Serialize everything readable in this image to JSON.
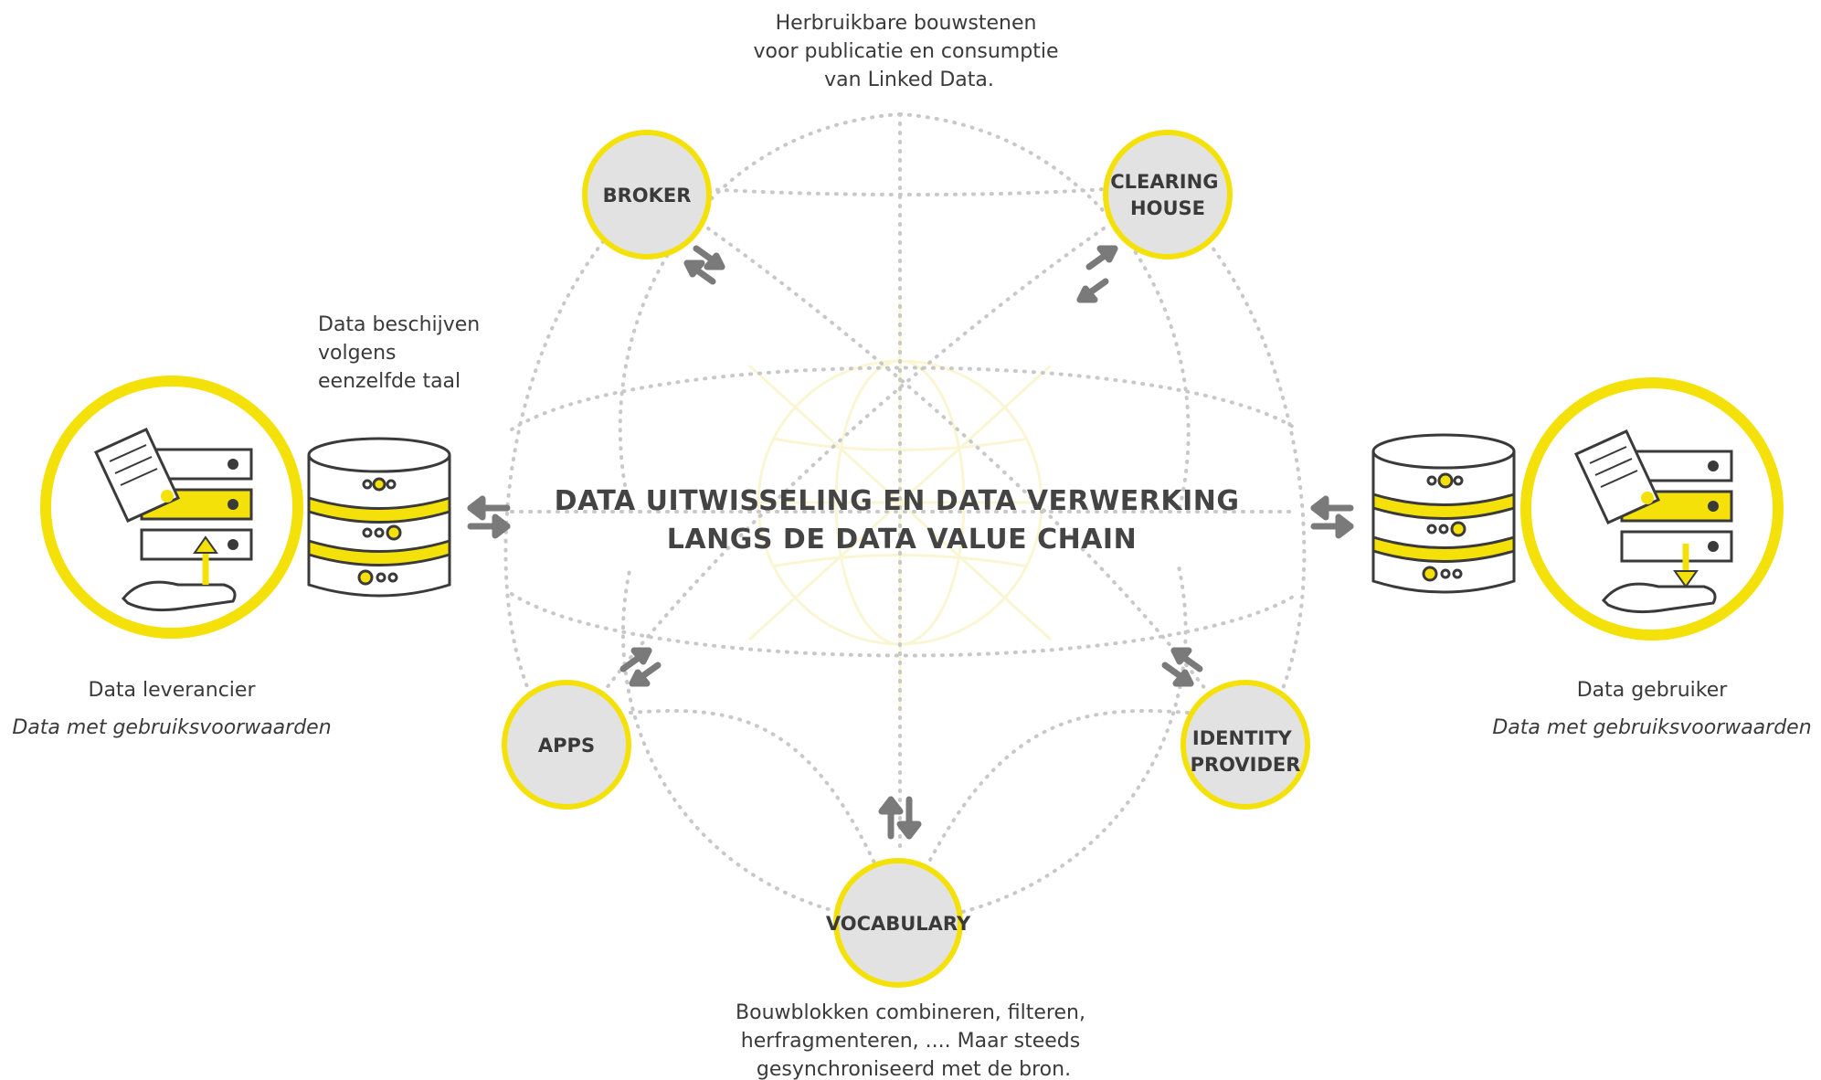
{
  "top_note": [
    "Herbruikbare bouwstenen",
    "voor publicatie en consumptie",
    "van Linked Data."
  ],
  "left_note": [
    "Data beschijven",
    "volgens",
    "eenzelfde taal"
  ],
  "bottom_note": [
    "Bouwblokken combineren, filteren,",
    "herfragmenteren, .... Maar steeds",
    "gesynchroniseerd met de bron."
  ],
  "center_title": [
    "DATA UITWISSELING EN DATA VERWERKING",
    "LANGS DE DATA VALUE CHAIN"
  ],
  "nodes": {
    "broker": [
      "BROKER"
    ],
    "clearing_house": [
      "CLEARING",
      "HOUSE"
    ],
    "apps": [
      "APPS"
    ],
    "identity_provider": [
      "IDENTITY",
      "PROVIDER"
    ],
    "vocabulary": [
      "VOCABULARY"
    ]
  },
  "provider": {
    "title": "Data leverancier",
    "subtitle": "Data met gebruiksvoorwaarden"
  },
  "consumer": {
    "title": "Data gebruiker",
    "subtitle": "Data met gebruiksvoorwaarden"
  },
  "colors": {
    "accent": "#f5e10a",
    "node_fill": "#e2e2e2",
    "arrow": "#7a7a7a",
    "dots": "#c8c8c8"
  }
}
